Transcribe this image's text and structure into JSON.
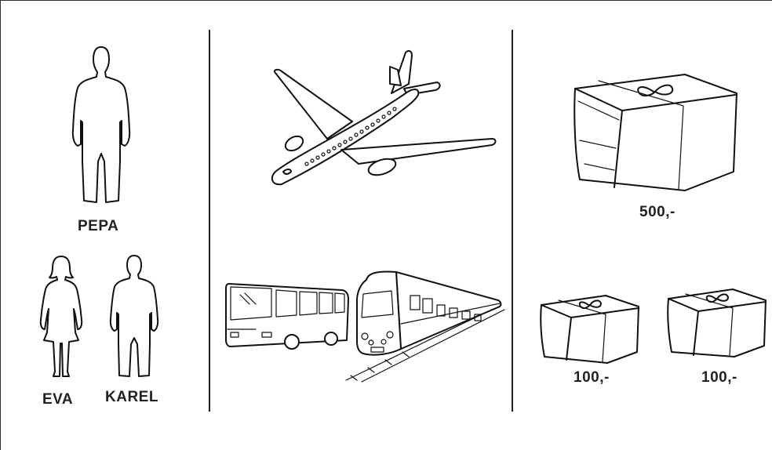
{
  "people": {
    "pepa": "PEPA",
    "eva": "EVA",
    "karel": "KAREL"
  },
  "gifts": {
    "large_price": "500,-",
    "small_left_price": "100,-",
    "small_right_price": "100,-"
  },
  "icons": [
    "man-figure-icon",
    "woman-figure-icon",
    "airplane-icon",
    "bus-icon",
    "train-icon",
    "gift-box-icon"
  ]
}
